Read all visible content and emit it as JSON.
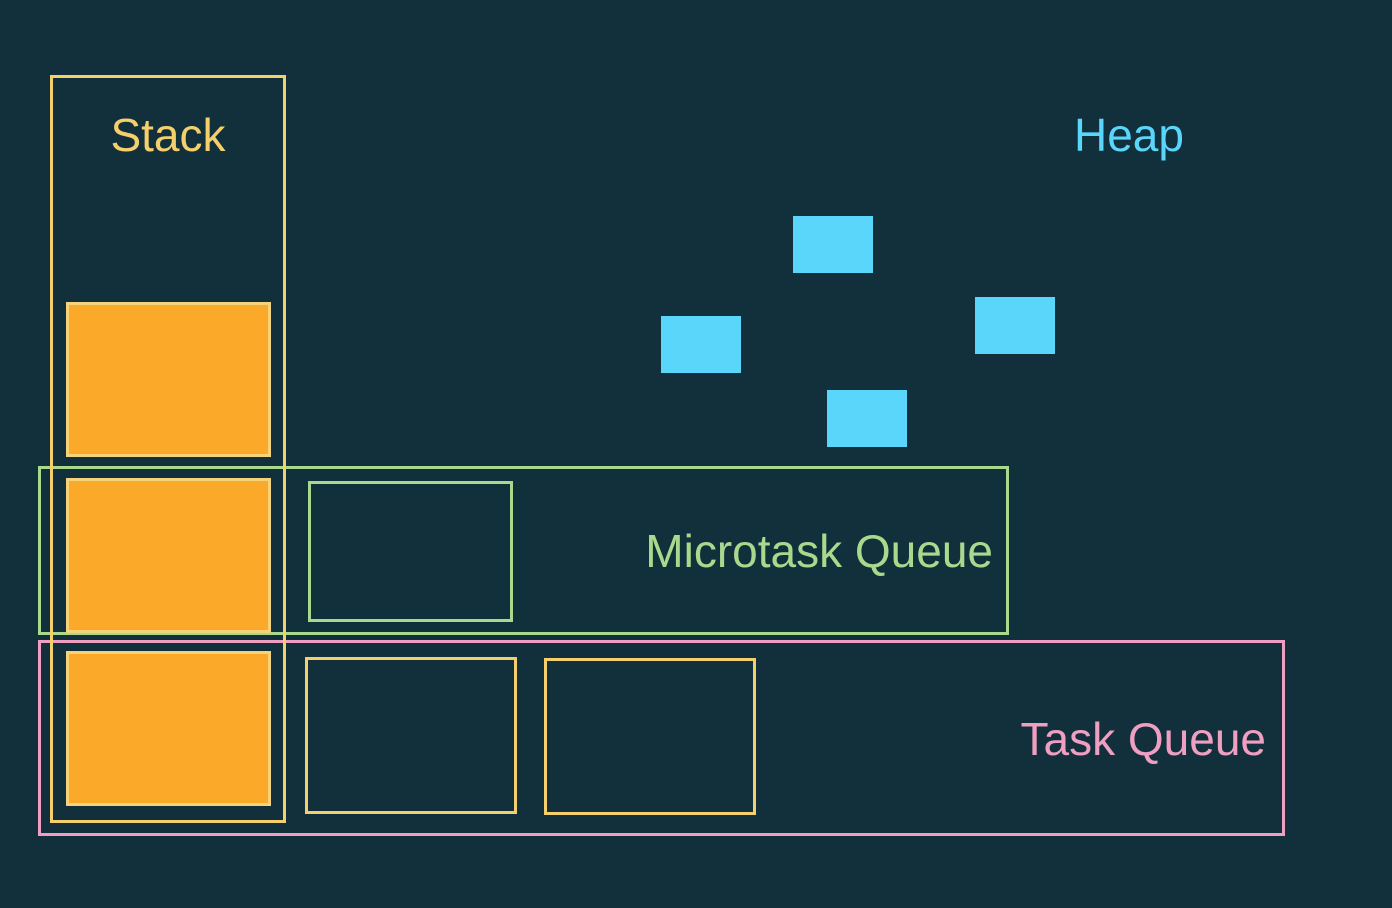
{
  "labels": {
    "stack": "Stack",
    "heap": "Heap",
    "microtask_queue": "Microtask Queue",
    "task_queue": "Task Queue"
  },
  "colors": {
    "background": "#11303b",
    "stack": "#f5cf6b",
    "stack_frame_fill": "#fba928",
    "heap": "#5ad6fb",
    "microtask_queue": "#a9d98d",
    "task_queue": "#ef9fc1"
  },
  "stack_frame_count": 3,
  "heap_object_count": 4,
  "microtask_count": 1,
  "task_count": 2
}
